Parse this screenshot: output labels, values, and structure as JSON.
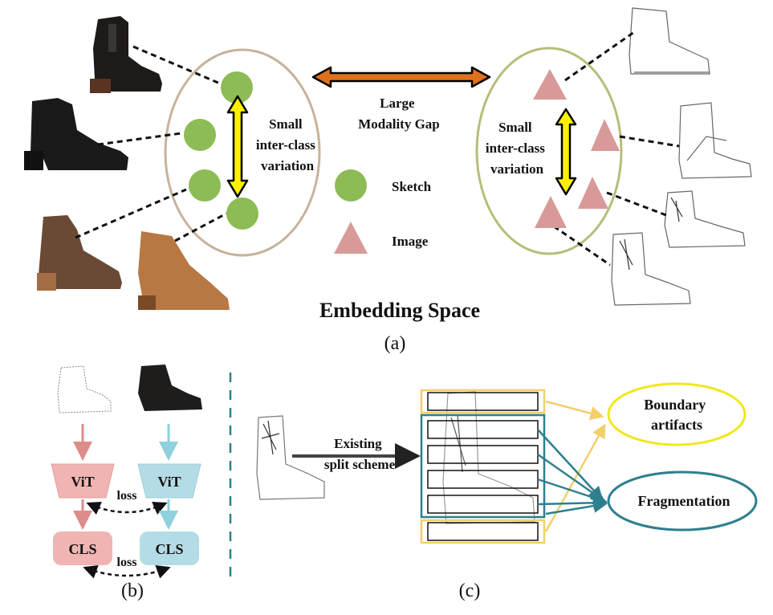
{
  "panel_a": {
    "left_cluster_label": [
      "Small",
      "inter-class",
      "variation"
    ],
    "right_cluster_label": [
      "Small",
      "inter-class",
      "variation"
    ],
    "gap_label": [
      "Large",
      "Modality Gap"
    ],
    "legend": {
      "sketch": "Sketch",
      "image": "Image"
    },
    "title": "Embedding Space",
    "caption": "(a)"
  },
  "panel_b": {
    "vit_left": "ViT",
    "vit_right": "ViT",
    "cls_left": "CLS",
    "cls_right": "CLS",
    "loss_top": "loss",
    "loss_bottom": "loss",
    "caption": "(b)"
  },
  "panel_c": {
    "split_label": [
      "Existing",
      "split scheme"
    ],
    "boundary_label": [
      "Boundary",
      "artifacts"
    ],
    "fragmentation_label": "Fragmentation",
    "caption": "(c)"
  },
  "colors": {
    "sketch_green": "#8dbb55",
    "image_pink": "#d89a98",
    "vit_pink": "#f0b4b2",
    "vit_blue": "#b4dce6",
    "teal": "#2e7f8e",
    "yellow_box": "#f3cf6b",
    "arrow_orange": "#e0701d"
  }
}
